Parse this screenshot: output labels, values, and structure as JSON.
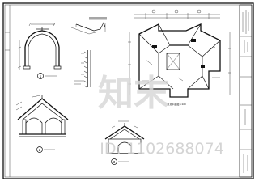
{
  "labels": {
    "detail1": "1",
    "detail2": "2",
    "detail3": "3",
    "plan_caption": "屋顶平面图 1:100"
  },
  "watermark": {
    "brand": "知末",
    "id_text": "ID: 1102688074"
  },
  "colors": {
    "ink": "#111111",
    "paper": "#ffffff",
    "watermark": "#d8d8d8"
  }
}
